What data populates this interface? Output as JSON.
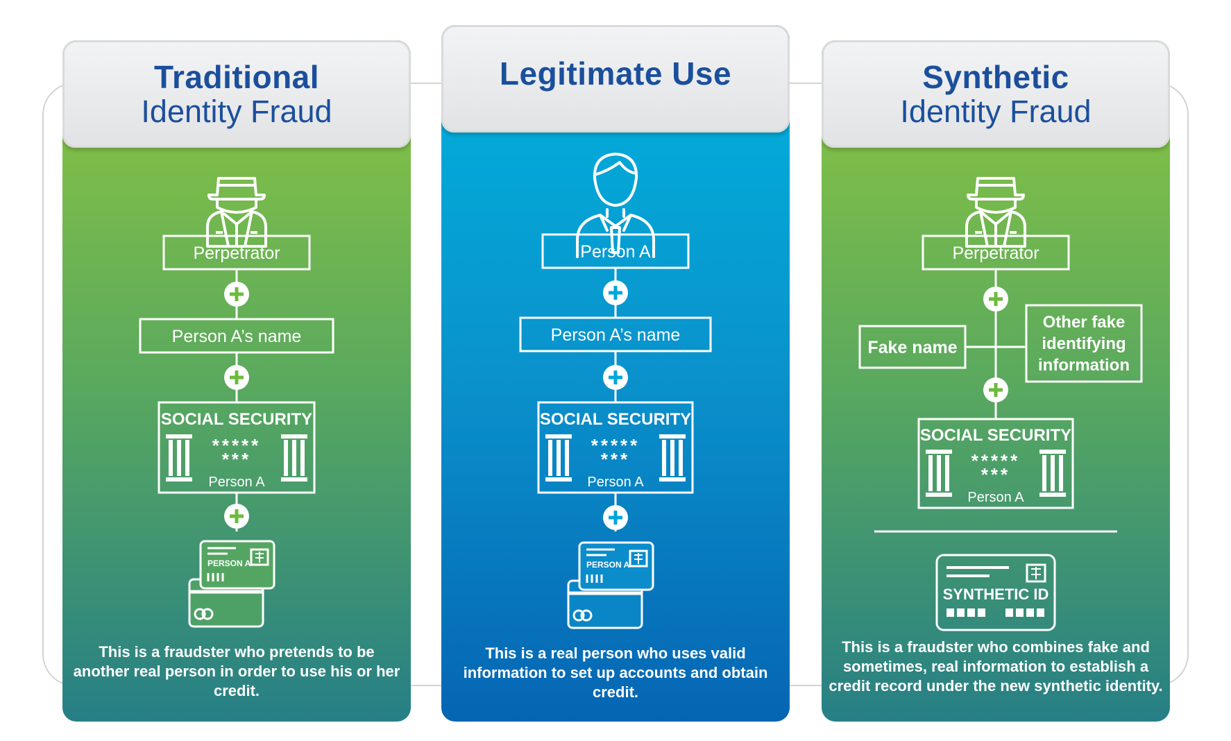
{
  "columns": [
    {
      "title_bold": "Traditional",
      "title_light": "Identity Fraud",
      "perpetrator_label": "Perpetrator",
      "name_label": "Person A’s name",
      "ss_title": "SOCIAL SECURITY",
      "ss_stars_1": "*****",
      "ss_stars_2": "***",
      "ss_person": "Person A",
      "card_label": "PERSON A",
      "description": "This is a fraudster who pretends to be another real person in order to use his or her credit."
    },
    {
      "title_bold": "Legitimate Use",
      "person_label": "Person A",
      "name_label": "Person A’s name",
      "ss_title": "SOCIAL SECURITY",
      "ss_stars_1": "*****",
      "ss_stars_2": "***",
      "ss_person": "Person A",
      "card_label": "PERSON A",
      "description": "This is a real person who uses valid information to set up accounts and obtain credit."
    },
    {
      "title_bold": "Synthetic",
      "title_light": "Identity Fraud",
      "perpetrator_label": "Perpetrator",
      "fake_name_label": "Fake name",
      "other_info_lines": [
        "Other fake",
        "identifying",
        "information"
      ],
      "ss_title": "SOCIAL SECURITY",
      "ss_stars_1": "*****",
      "ss_stars_2": "***",
      "ss_person": "Person A",
      "synthetic_id_label": "SYNTHETIC ID",
      "description": "This is a fraudster who combines fake and sometimes, real information to establish a credit record under the new synthetic identity."
    }
  ],
  "colors": {
    "title_blue": "#1b4f9c",
    "green_top": "#8dc63f",
    "green_bottom": "#267f86",
    "blue_top": "#00b3dd",
    "blue_bottom": "#0565b3",
    "plus_green": "#6cbb3c",
    "plus_blue": "#00a6dc",
    "header_gray": "#e6e7e8",
    "outline_gray": "#d1d3d4"
  }
}
